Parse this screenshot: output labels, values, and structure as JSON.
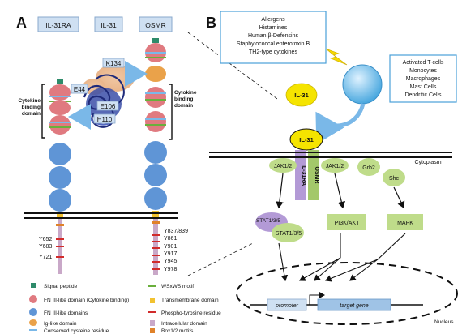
{
  "panels": {
    "a": "A",
    "b": "B"
  },
  "receptor_labels": [
    "IL-31RA",
    "IL-31",
    "OSMR"
  ],
  "residues": {
    "k134": "K134",
    "e44": "E44",
    "e106": "E106",
    "h110": "H110"
  },
  "domain_labels": {
    "left": [
      "Cytokine",
      "binding",
      "domain"
    ],
    "right": [
      "Cytokine",
      "binding",
      "domain"
    ]
  },
  "tyrosines_left": [
    "Y652",
    "Y683",
    "Y721"
  ],
  "tyrosines_right": [
    "Y837/839",
    "Y861",
    "Y901",
    "Y917",
    "Y945",
    "Y978"
  ],
  "stimuli": [
    "Allergens",
    "Histamines",
    "Human β-Defensins",
    "Staphylococcal enterotoxin B",
    "TH2-type cytokines"
  ],
  "cell_types": [
    "Activated T-cells",
    "Monocytes",
    "Macrophages",
    "Mast Cells",
    "Dendritic Cells"
  ],
  "il31_ligand": "IL-31",
  "il31_bound": "IL-31",
  "receptor_chains": {
    "il31ra": "IL-31RA",
    "osmr": "OSMR"
  },
  "cytoplasm": "Cytoplasm",
  "signaling": {
    "jak_left": "JAK1/2",
    "jak_right": "JAK1/2",
    "grb2": "Grb2",
    "shc": "Shc",
    "stat_back": "STAT1/3/5",
    "stat_front": "STAT1/3/5",
    "pi3k": "PI3K/AKT",
    "mapk": "MAPK"
  },
  "nucleus": {
    "label": "Nucleus",
    "promoter": "promoter",
    "target_gene": "target gene"
  },
  "legend_left": [
    {
      "label": "Signal peptide",
      "swatch": "#2e8b6a"
    },
    {
      "label": "FN III-like domain (Cytokine binding)",
      "swatch": "#e07a80"
    },
    {
      "label": "FN III-like domains",
      "swatch": "#5f95d6"
    },
    {
      "label": "Ig-like domain",
      "swatch": "#eaa24a"
    },
    {
      "label": "Conserved cysteine residue",
      "swatch": "#7ab8e8"
    }
  ],
  "legend_right": [
    {
      "label": "WSxWS motif",
      "swatch": "#6aaf3c"
    },
    {
      "label": "Transmembrane domain",
      "swatch": "#f2c230"
    },
    {
      "label": "Phospho-tyrosine residue",
      "swatch": "#d12b2b"
    },
    {
      "label": "Intracellular domain",
      "swatch": "#c9a8c8"
    },
    {
      "label": "Box1/2 motifs",
      "swatch": "#e0822a"
    }
  ],
  "colors": {
    "membrane": "#111111",
    "fn_binding": "#e07a80",
    "fn_domain": "#5f95d6",
    "ig_domain": "#eaa24a",
    "il31_yellow": "#f5e400",
    "il31ra_purple": "#b39ad6",
    "osmr_green": "#a3c86a",
    "adaptor_green": "#bfdc8a",
    "label_box": "#cfe0f2"
  }
}
